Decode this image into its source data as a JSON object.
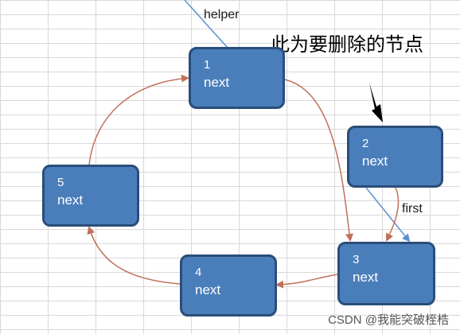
{
  "labels": {
    "helper": "helper",
    "first": "first",
    "delete_note": "此为要删除的节点"
  },
  "nodes": [
    {
      "id": "1",
      "num": "1",
      "next": "next"
    },
    {
      "id": "2",
      "num": "2",
      "next": "next"
    },
    {
      "id": "3",
      "num": "3",
      "next": "next"
    },
    {
      "id": "4",
      "num": "4",
      "next": "next"
    },
    {
      "id": "5",
      "num": "5",
      "next": "next"
    }
  ],
  "watermark": "CSDN @我能突破桎梏",
  "colors": {
    "node_fill": "#4a7ebb",
    "node_border": "#2a4e7a",
    "link_arrow": "#c0705a",
    "pointer_line": "#5b8fd0"
  }
}
